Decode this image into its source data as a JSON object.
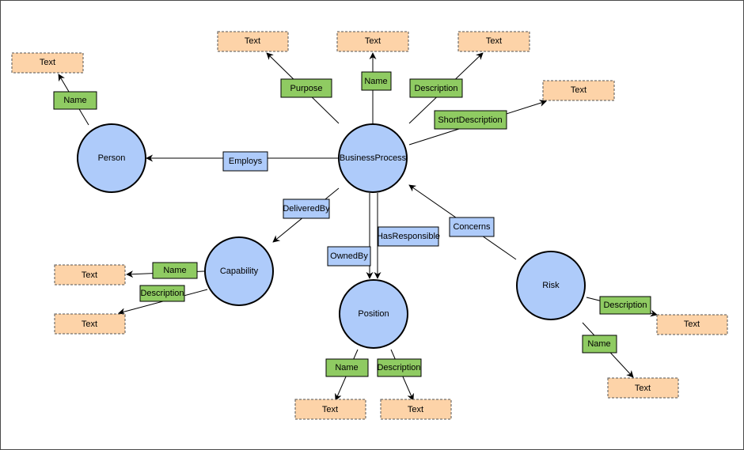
{
  "nodes": {
    "business_process": "BusinessProcess",
    "person": "Person",
    "capability": "Capability",
    "position": "Position",
    "risk": "Risk"
  },
  "relations": {
    "employs": "Employs",
    "delivered_by": "DeliveredBy",
    "owned_by": "OwnedBy",
    "has_responsible": "HasResponsible",
    "concerns": "Concerns"
  },
  "attributes": {
    "name": "Name",
    "purpose": "Purpose",
    "description": "Description",
    "short_description": "ShortDescription"
  },
  "value_type": "Text",
  "colors": {
    "entity_fill": "#aecbfa",
    "relation_fill": "#aecbfa",
    "attribute_fill": "#8fcb62",
    "value_fill": "#fdd3a8"
  }
}
